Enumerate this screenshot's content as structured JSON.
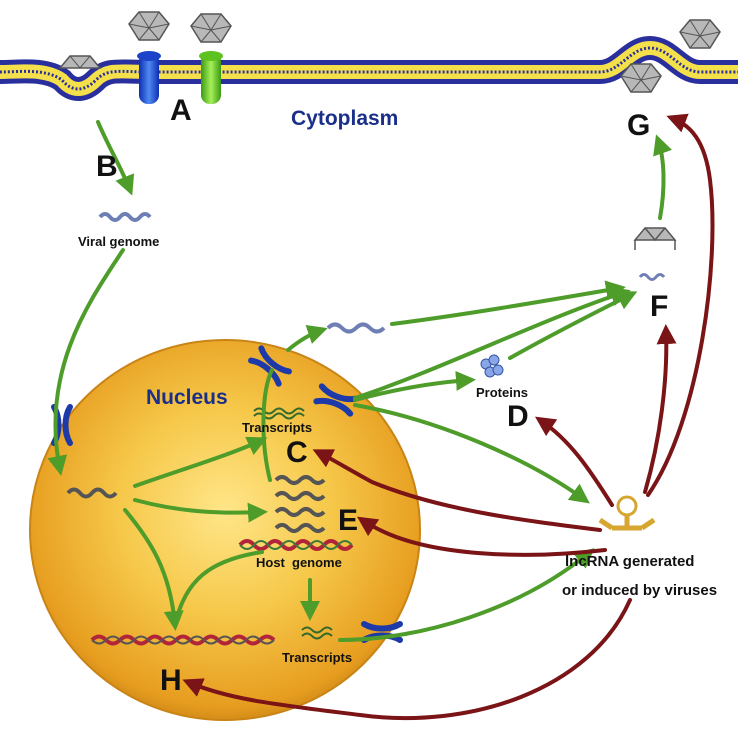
{
  "labels": {
    "cytoplasm": "Cytoplasm",
    "nucleus": "Nucleus",
    "viral_genome": "Viral genome",
    "transcripts_top": "Transcripts",
    "transcripts_bottom": "Transcripts",
    "proteins": "Proteins",
    "host_genome_line1": "Host",
    "host_genome_line2": "genome",
    "lncrna_line1": "lncRNA generated",
    "lncrna_line2": "or induced by viruses"
  },
  "stages": {
    "a": "A",
    "b": "B",
    "c": "C",
    "d": "D",
    "e": "E",
    "f": "F",
    "g": "G",
    "h": "H"
  },
  "colors": {
    "membrane_outer": "#2a2f9e",
    "membrane_inner": "#f4e04a",
    "nucleus_core": "#f6c84a",
    "nucleus_edge": "#c98416",
    "green_arrow": "#4e9c2a",
    "red_arrow": "#7a1416",
    "pore": "#1d3aa8",
    "capsid": "#8a8a8a"
  }
}
